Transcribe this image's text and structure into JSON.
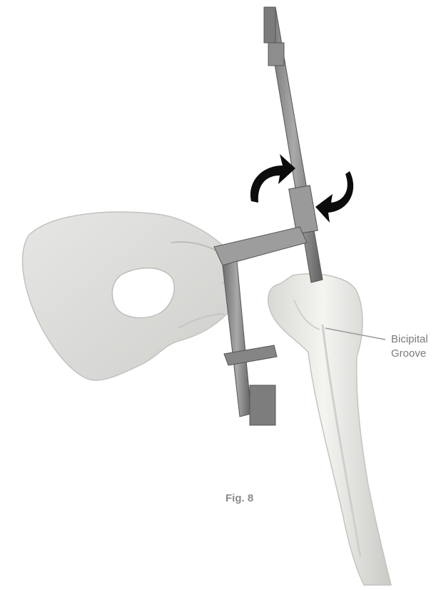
{
  "callout": {
    "line1": "Bicipital",
    "line2": "Groove"
  },
  "caption": "Fig. 8",
  "colors": {
    "bone": "#ededea",
    "instrument": "#8c8c8c",
    "hand": "#dadad8",
    "arrow": "#0c0c0c",
    "label": "#7a7a7a"
  },
  "icons": {
    "rotate_left": "curved-arrow-left-icon",
    "rotate_right": "curved-arrow-right-icon"
  }
}
